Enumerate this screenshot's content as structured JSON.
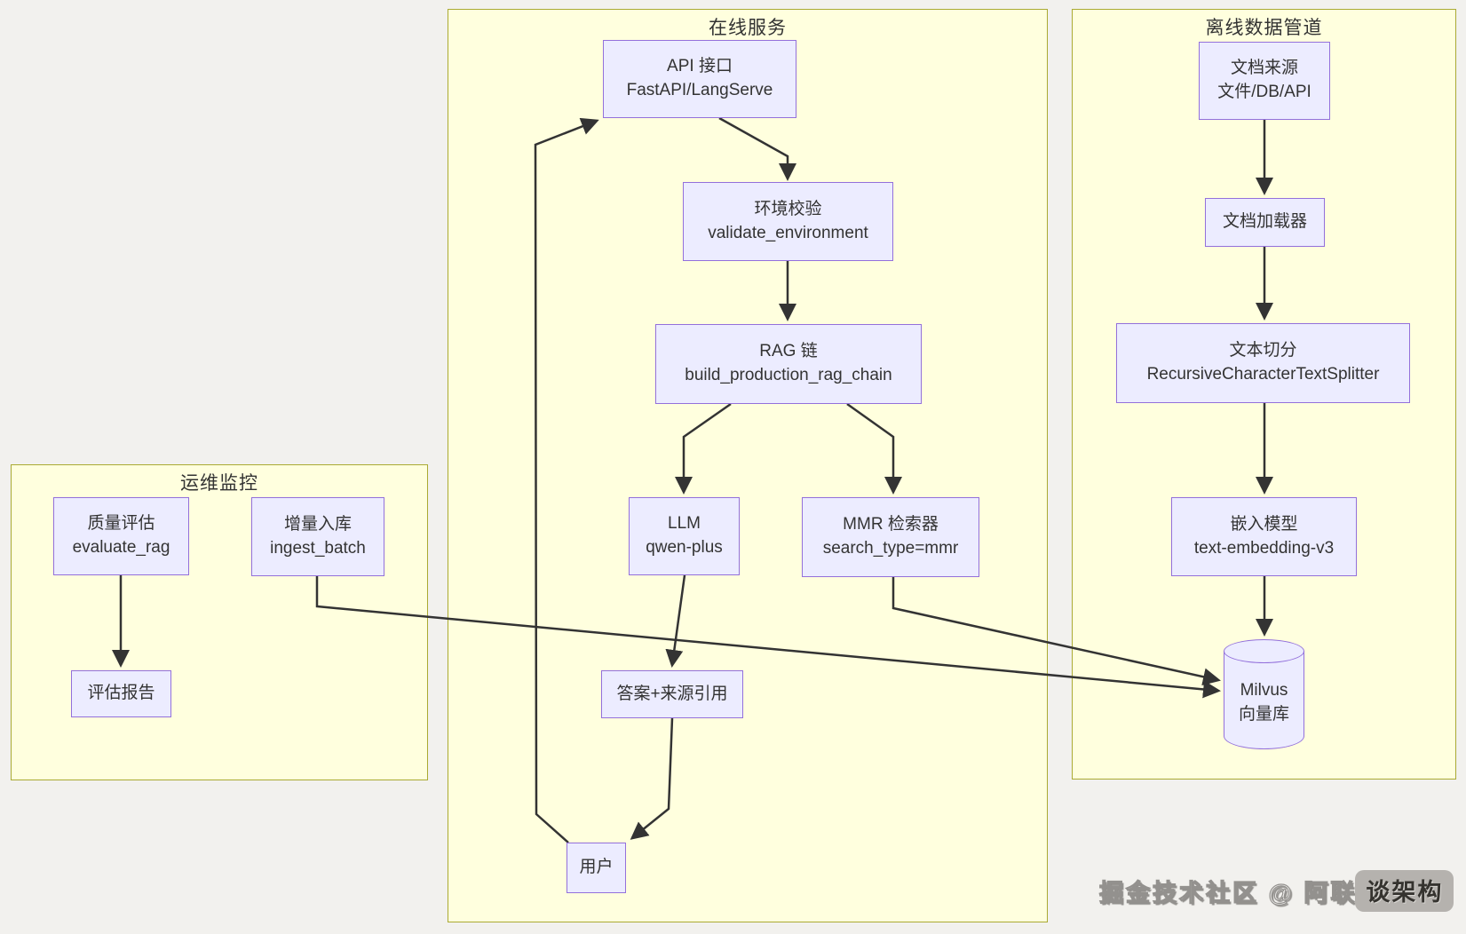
{
  "containers": {
    "ops": {
      "title": "运维监控"
    },
    "online": {
      "title": "在线服务"
    },
    "offline": {
      "title": "离线数据管道"
    }
  },
  "nodes": {
    "api": {
      "line1": "API 接口",
      "line2": "FastAPI/LangServe"
    },
    "validate": {
      "line1": "环境校验",
      "line2": "validate_environment"
    },
    "rag": {
      "line1": "RAG 链",
      "line2": "build_production_rag_chain"
    },
    "llm": {
      "line1": "LLM",
      "line2": "qwen-plus"
    },
    "mmr": {
      "line1": "MMR 检索器",
      "line2": "search_type=mmr"
    },
    "answer": {
      "line1": "答案+来源引用"
    },
    "user": {
      "line1": "用户"
    },
    "evaluate": {
      "line1": "质量评估",
      "line2": "evaluate_rag"
    },
    "ingest": {
      "line1": "增量入库",
      "line2": "ingest_batch"
    },
    "report": {
      "line1": "评估报告"
    },
    "doc_source": {
      "line1": "文档来源",
      "line2": "文件/DB/API"
    },
    "doc_loader": {
      "line1": "文档加载器"
    },
    "splitter": {
      "line1": "文本切分",
      "line2": "RecursiveCharacterTextSplitter"
    },
    "embedding": {
      "line1": "嵌入模型",
      "line2": "text-embedding-v3"
    },
    "milvus": {
      "line1": "Milvus",
      "line2": "向量库"
    }
  },
  "watermark": {
    "text": "掘金技术社区 @ 阿联",
    "badge": "谈架构"
  },
  "colors": {
    "background": "#f2f1ee",
    "container_fill": "#ffffde",
    "container_border": "#aaaa33",
    "node_fill": "#ECECFF",
    "node_border": "#9370DB",
    "edge": "#333333"
  }
}
